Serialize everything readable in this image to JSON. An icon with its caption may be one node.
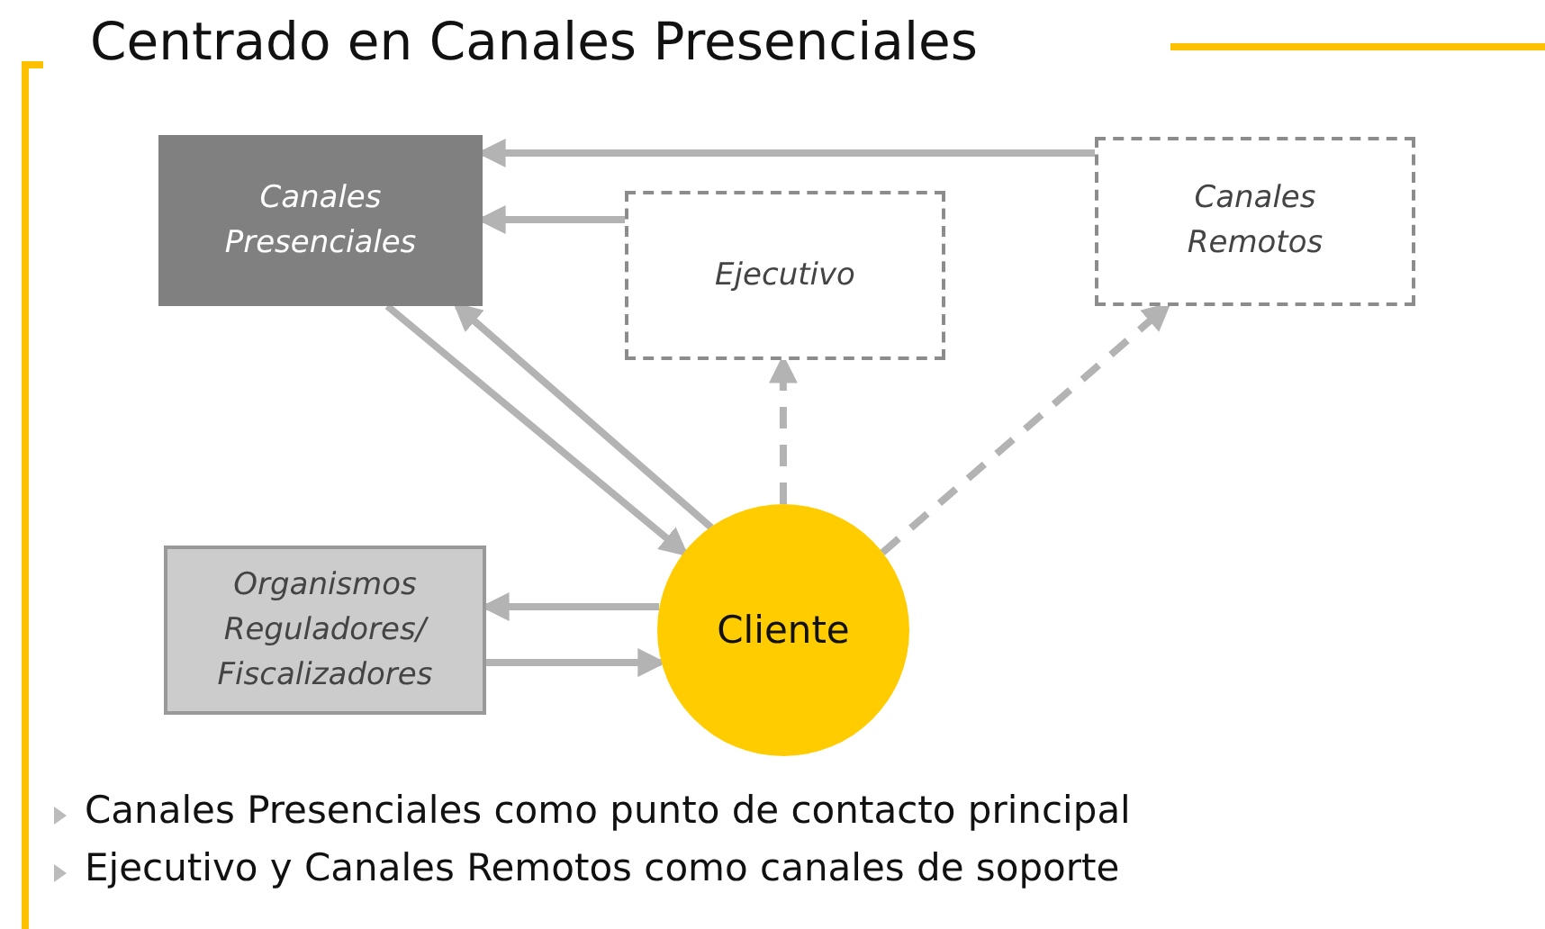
{
  "diagram": {
    "title": "Centrado en Canales Presenciales",
    "nodes": [
      {
        "text": [
          "Canales Presenciales"
        ]
      },
      {
        "text": [
          "Ejecutivo"
        ]
      },
      {
        "text": [
          "Canales Remotos"
        ]
      },
      {
        "text": [
          "Organismos Reguladores/ Fiscalizadores"
        ]
      },
      {
        "text": [
          "Cliente"
        ]
      }
    ],
    "edges": [
      {
        "from": 2,
        "to": 0,
        "arrow": "to"
      },
      {
        "from": 1,
        "to": 0,
        "arrow": "to"
      },
      {
        "from": 0,
        "to": 4,
        "arrow": "to"
      },
      {
        "from": 4,
        "to": 0,
        "arrow": "to"
      },
      {
        "from": 4,
        "to": 1,
        "arrow": "to",
        "style": "dashed"
      },
      {
        "from": 4,
        "to": 2,
        "arrow": "to",
        "style": "dashed"
      },
      {
        "from": 4,
        "to": 3,
        "arrow": "to"
      },
      {
        "from": 3,
        "to": 4,
        "arrow": "to"
      }
    ],
    "labels": [
      "Canales Presenciales como punto de contacto principal",
      "Ejecutivo y Canales Remotos como canales de soporte"
    ]
  }
}
